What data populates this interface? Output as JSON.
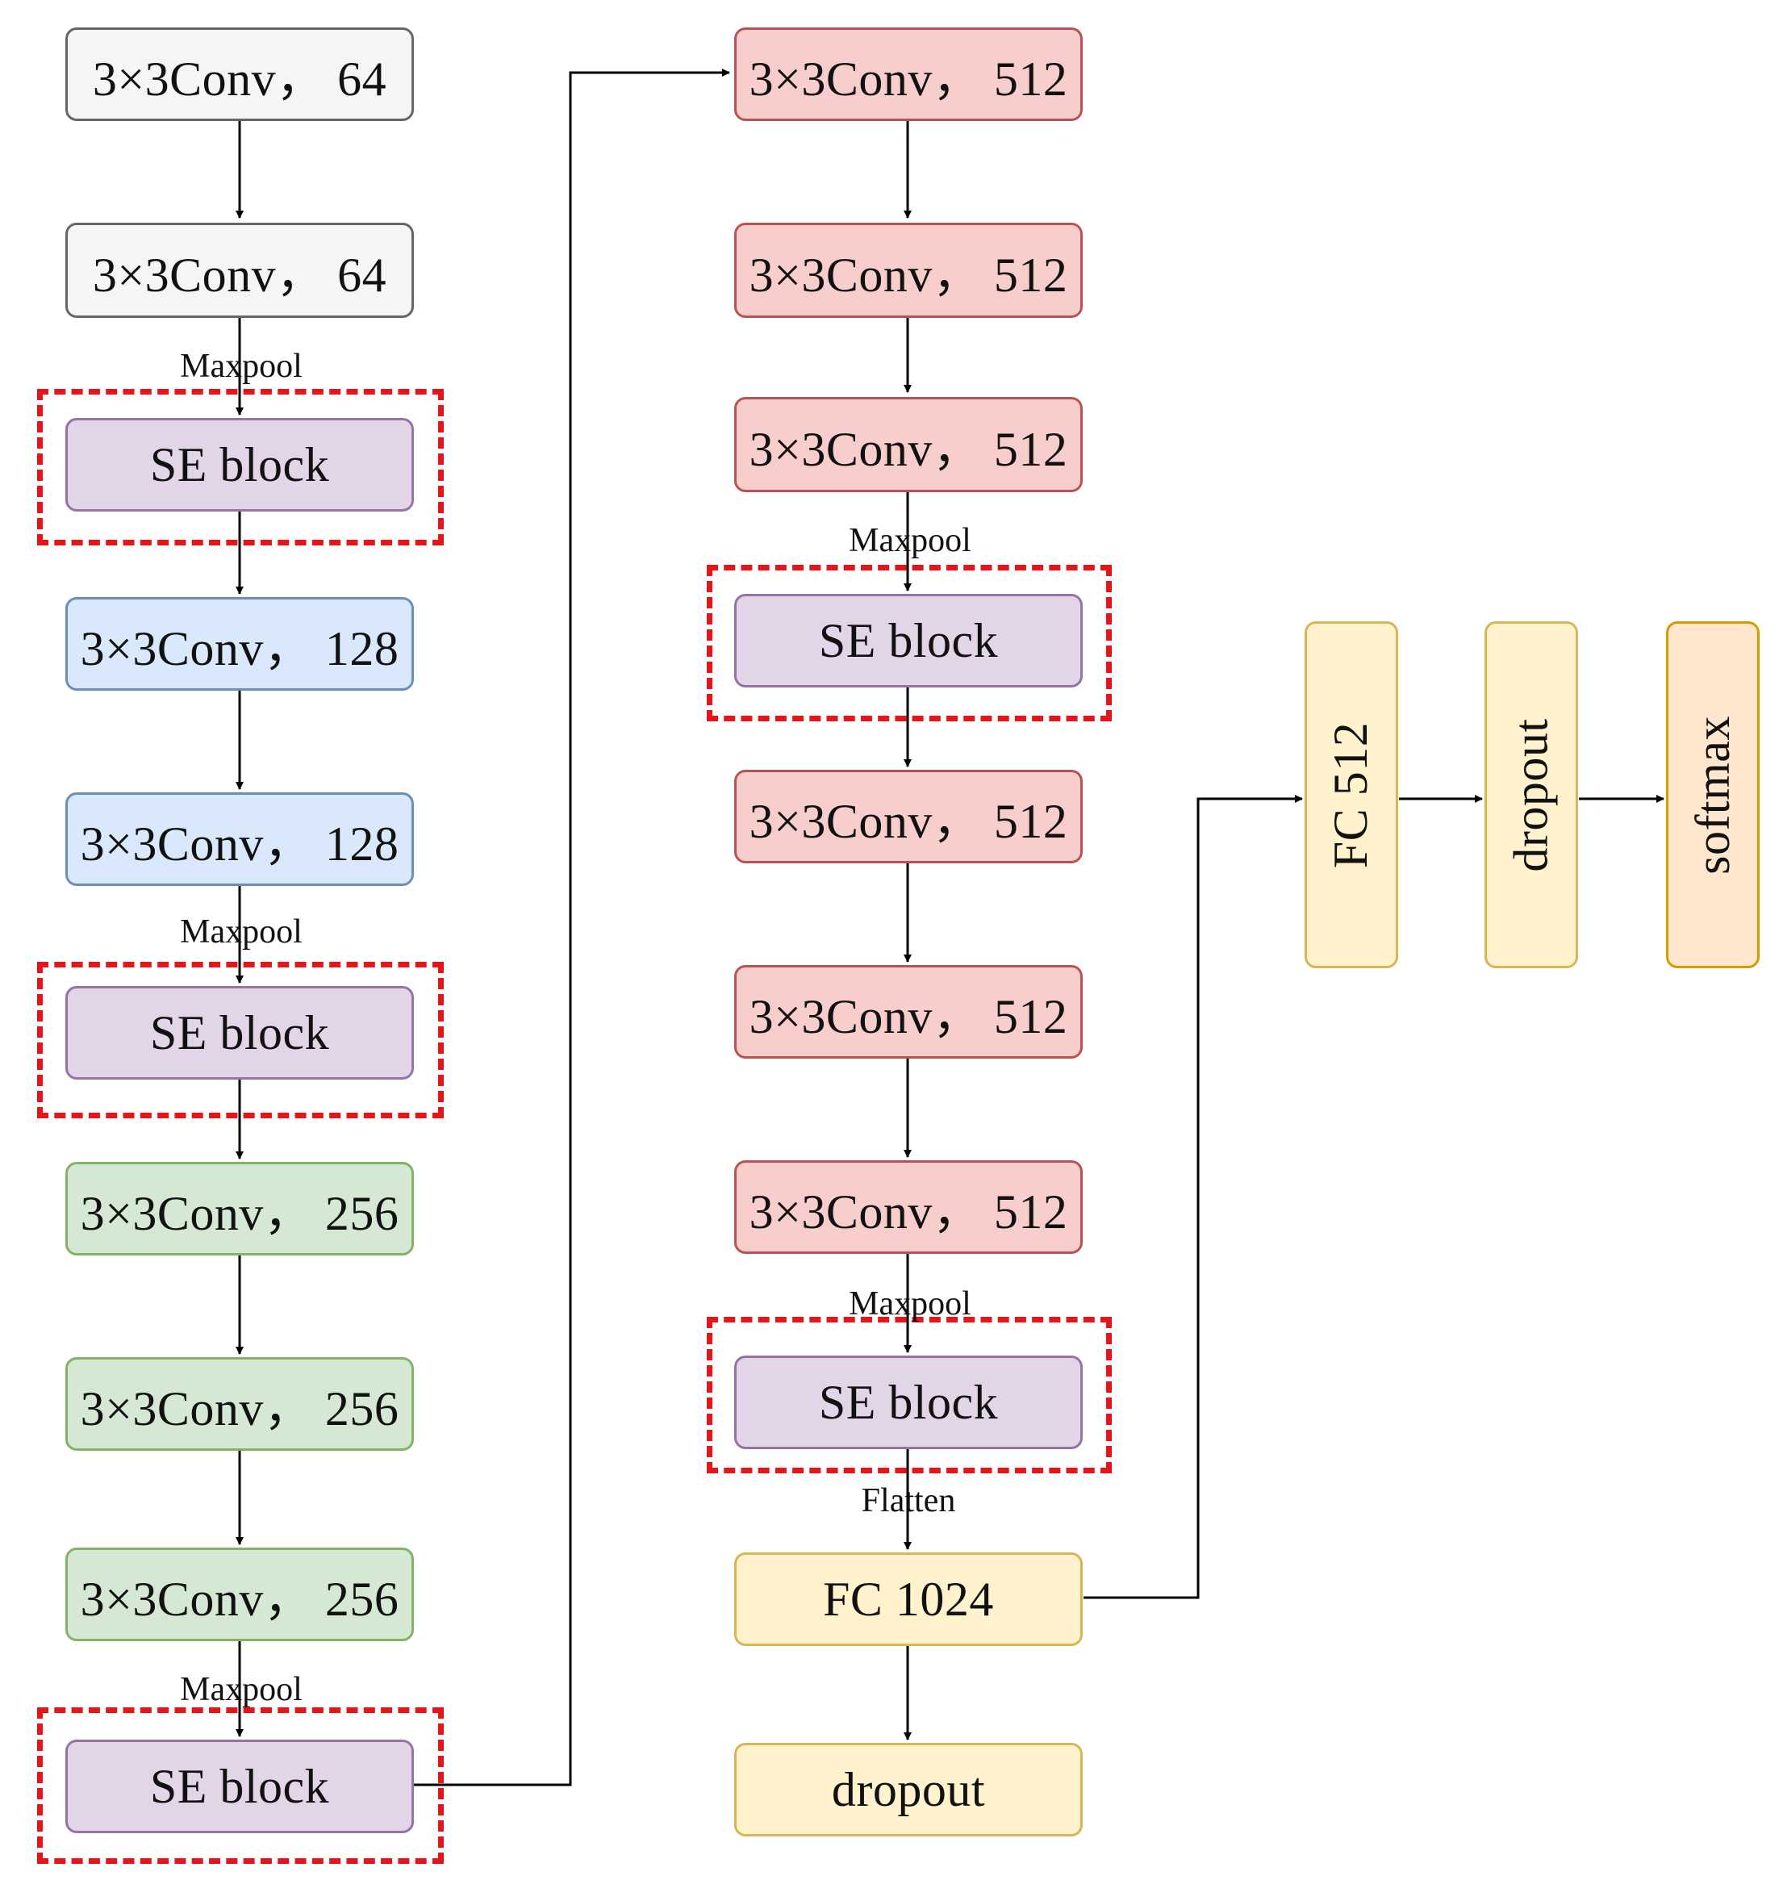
{
  "nodes": {
    "conv64_1": "3×3Conv，  64",
    "conv64_2": "3×3Conv，  64",
    "conv128_1": "3×3Conv，  128",
    "conv128_2": "3×3Conv，  128",
    "conv256_1": "3×3Conv，  256",
    "conv256_2": "3×3Conv，  256",
    "conv256_3": "3×3Conv，  256",
    "conv512_1": "3×3Conv，  512",
    "conv512_2": "3×3Conv，  512",
    "conv512_3": "3×3Conv，  512",
    "conv512_4": "3×3Conv，  512",
    "conv512_5": "3×3Conv，  512",
    "conv512_6": "3×3Conv，  512",
    "se_block": "SE block",
    "fc1024": "FC 1024",
    "dropout_1": "dropout",
    "fc512": "FC 512",
    "dropout_2": "dropout",
    "softmax": "softmax"
  },
  "labels": {
    "maxpool": "Maxpool",
    "flatten": "Flatten"
  },
  "colors": {
    "arrow": "#000000",
    "dashed_highlight": "#e8141a"
  }
}
